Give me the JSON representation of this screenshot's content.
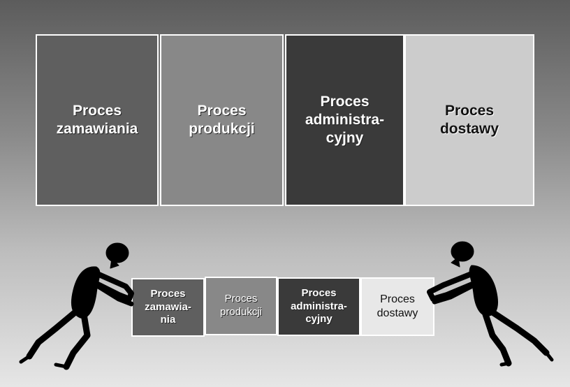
{
  "top_row": [
    {
      "line1": "Proces",
      "line2": "zamawiania",
      "line3": "",
      "color": "#5f5f5f"
    },
    {
      "line1": "Proces",
      "line2": "produkcji",
      "line3": "",
      "color": "#888888"
    },
    {
      "line1": "Proces",
      "line2": "administra-",
      "line3": "cyjny",
      "color": "#3a3a3a"
    },
    {
      "line1": "Proces",
      "line2": "dostawy",
      "line3": "",
      "color": "#cccccc"
    }
  ],
  "bottom_row": [
    {
      "line1": "Proces",
      "line2": "zamawia-",
      "line3": "nia",
      "color": "#5f5f5f"
    },
    {
      "line1": "Proces",
      "line2": "produkcji",
      "line3": "",
      "color": "#888888"
    },
    {
      "line1": "Proces",
      "line2": "administra-",
      "line3": "cyjny",
      "color": "#3a3a3a"
    },
    {
      "line1": "Proces",
      "line2": "dostawy",
      "line3": "",
      "color": "#e8e8e8"
    }
  ]
}
